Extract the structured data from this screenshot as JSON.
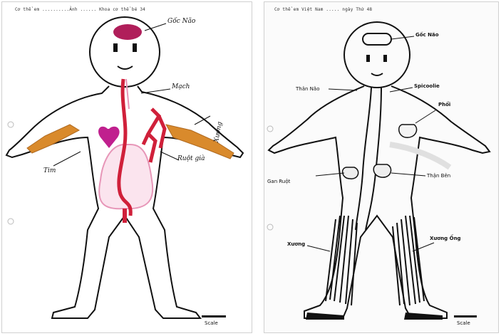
{
  "colors": {
    "outline": "#111111",
    "brain": "#b01e5a",
    "organ_red": "#d0203a",
    "stomach_pink": "#e796b8",
    "heart_magenta": "#c0208e",
    "bone_orange": "#d98a2c",
    "bone_dark": "#b06a20",
    "right_gray": "#e0e0e0"
  },
  "left_drawing": {
    "header": "Cơ thể em ..........Ảnh ...... Khoa cơ thể bé 34",
    "labels": {
      "brain": "Gốc Não",
      "esophagus": "Mạch",
      "arm_bone": "Xương",
      "heart": "Tim",
      "intestine": "Ruột già"
    },
    "footer": "Scale"
  },
  "right_drawing": {
    "header": "Cơ thể em Việt Nam ..... ngày Thứ 48",
    "labels": {
      "brain": "Gốc Não",
      "windpipe": "Thân Não",
      "spine": "Spicoolie",
      "lung": "Phổi",
      "kidney_left": "Gan Ruột",
      "kidney_right": "Thận Bên",
      "leg_left": "Xương",
      "leg_right": "Xương Ống"
    },
    "footer": "Scale"
  }
}
